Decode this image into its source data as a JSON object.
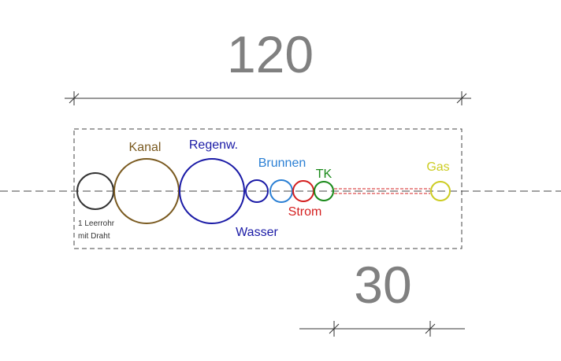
{
  "dimensions": {
    "top": "120",
    "bottom": "30"
  },
  "pipes": [
    {
      "id": "leerrohr",
      "label": "",
      "color": "#333333"
    },
    {
      "id": "kanal",
      "label": "Kanal",
      "color": "#7a5a20"
    },
    {
      "id": "regenw",
      "label": "Regenw.",
      "color": "#1a1aa6"
    },
    {
      "id": "wasser",
      "label": "Wasser",
      "color": "#1a1aa6"
    },
    {
      "id": "brunnen",
      "label": "Brunnen",
      "color": "#2a7fd4"
    },
    {
      "id": "strom",
      "label": "Strom",
      "color": "#d42020"
    },
    {
      "id": "tk",
      "label": "TK",
      "color": "#1a8a1a"
    },
    {
      "id": "gas",
      "label": "Gas",
      "color": "#cccc22"
    }
  ],
  "note": {
    "line1": "1 Leerrohr",
    "line2": "mit Draht"
  },
  "colors": {
    "dimension_line": "#333333",
    "axis_line": "#444444",
    "gas_link": "#d42020"
  }
}
